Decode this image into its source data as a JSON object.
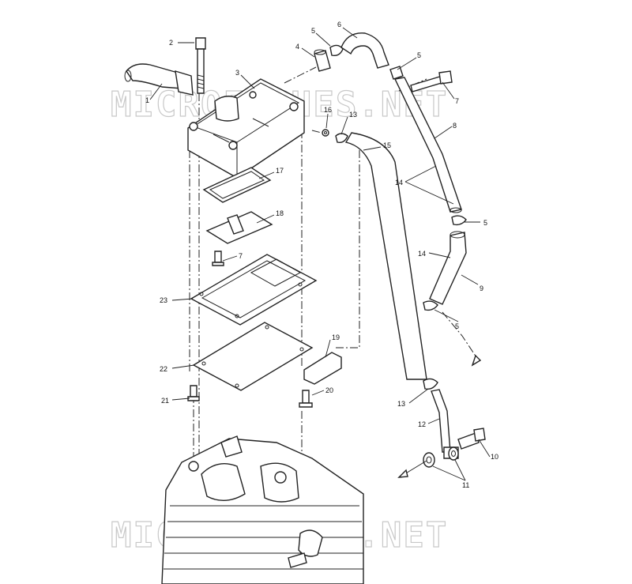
{
  "watermark": {
    "text": "MICROFICHES.NET",
    "color": "#c8c8c8"
  },
  "callouts": {
    "c1": "1",
    "c2": "2",
    "c3": "3",
    "c4": "4",
    "c5a": "5",
    "c5b": "5",
    "c5c": "5",
    "c5d": "5",
    "c6": "6",
    "c7a": "7",
    "c7b": "7",
    "c8": "8",
    "c9": "9",
    "c10": "10",
    "c11": "11",
    "c12": "12",
    "c13a": "13",
    "c13b": "13",
    "c14a": "14",
    "c14b": "14",
    "c15": "15",
    "c16": "16",
    "c17": "17",
    "c18": "18",
    "c19": "19",
    "c20": "20",
    "c21": "21",
    "c22": "22",
    "c23": "23"
  },
  "colors": {
    "line": "#222222",
    "background": "#ffffff"
  }
}
